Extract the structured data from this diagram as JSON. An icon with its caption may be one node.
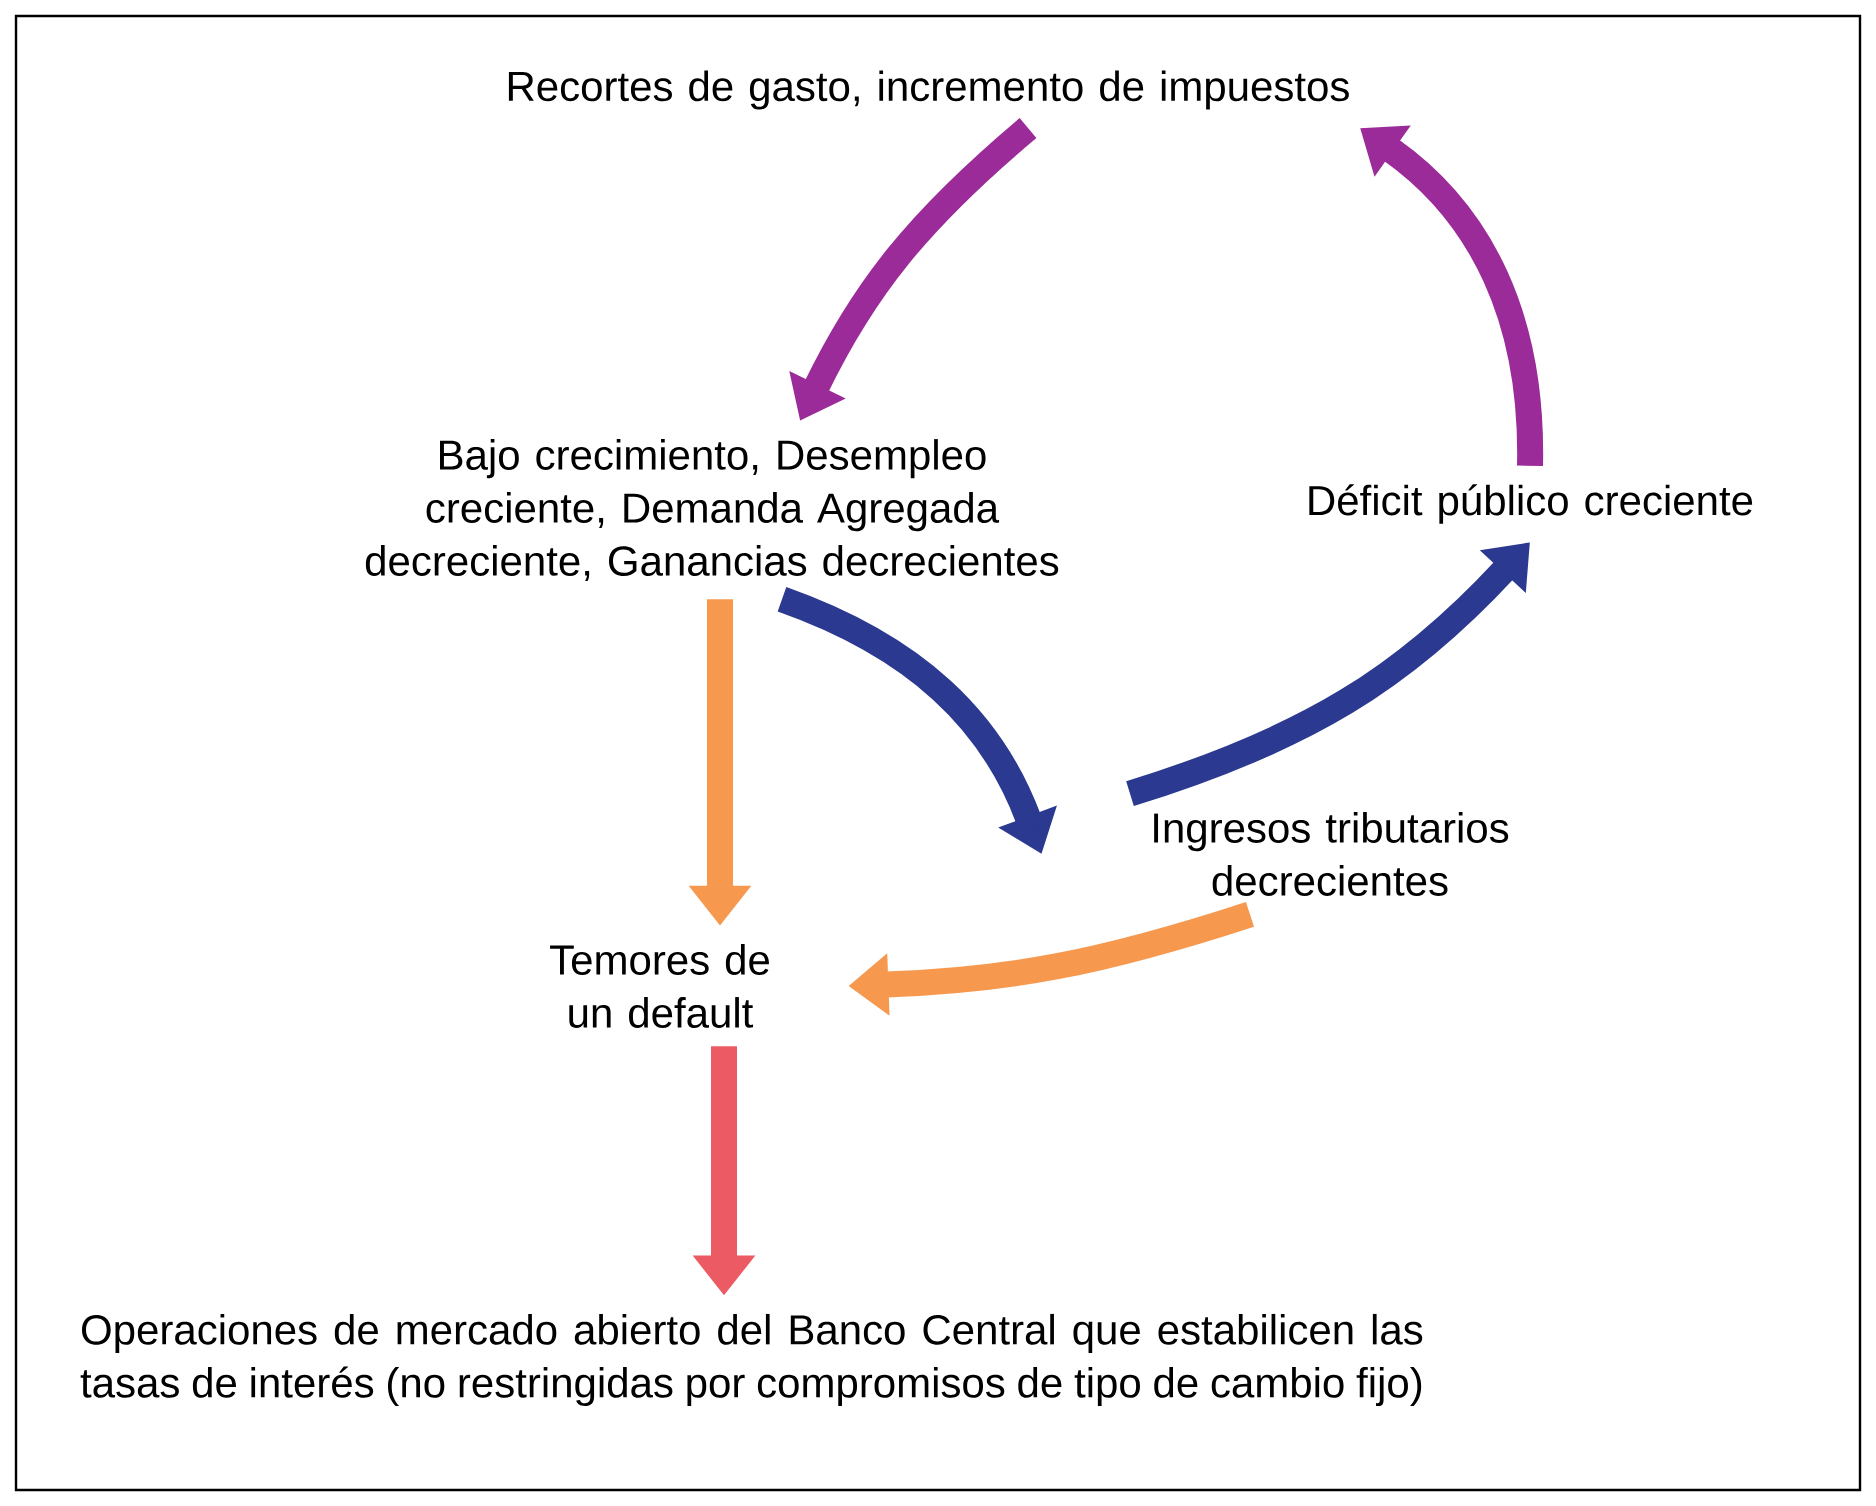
{
  "diagram": {
    "nodes": [
      {
        "text": [
          "Recortes de gasto, incremento de impuestos"
        ]
      },
      {
        "text": [
          "Bajo crecimiento, Desempleo creciente, Demanda Agregada decreciente, Ganancias decrecientes"
        ]
      },
      {
        "text": [
          "Déficit público creciente"
        ]
      },
      {
        "text": [
          "Ingresos tributarios decrecientes"
        ]
      },
      {
        "text": [
          "Temores de un default"
        ]
      },
      {
        "text": [
          "Operaciones de mercado abierto del Banco Central que estabilicen las tasas de interés (no restringidas por compromisos de tipo de cambio fijo)"
        ]
      }
    ],
    "edges": [
      {
        "from": 0,
        "to": 1,
        "arrow": "to",
        "color": "#9b2b98"
      },
      {
        "from": 2,
        "to": 0,
        "arrow": "to",
        "color": "#9b2b98"
      },
      {
        "from": 1,
        "to": 3,
        "arrow": "to",
        "color": "#2b3990"
      },
      {
        "from": 3,
        "to": 2,
        "arrow": "to",
        "color": "#2b3990"
      },
      {
        "from": 1,
        "to": 4,
        "arrow": "to",
        "color": "#f6994f"
      },
      {
        "from": 3,
        "to": 4,
        "arrow": "to",
        "color": "#f6994f"
      },
      {
        "from": 4,
        "to": 5,
        "arrow": "to",
        "color": "#ec5b63"
      }
    ]
  }
}
